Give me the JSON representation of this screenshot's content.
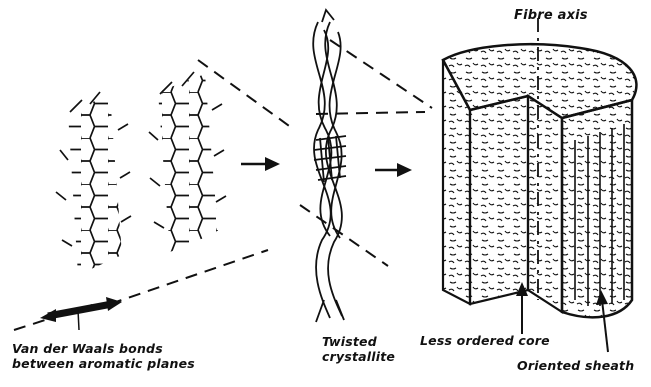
{
  "labels": {
    "fibre_axis": "Fibre axis",
    "van_der_waals_line1": "Van der Waals bonds",
    "van_der_waals_line2": "between aromatic planes",
    "twisted_line1": "Twisted",
    "twisted_line2": "crystallite",
    "less_ordered_core": "Less ordered core",
    "oriented_sheath": "Oriented sheath"
  },
  "colors": {
    "ink": "#111111",
    "background": "#ffffff"
  }
}
